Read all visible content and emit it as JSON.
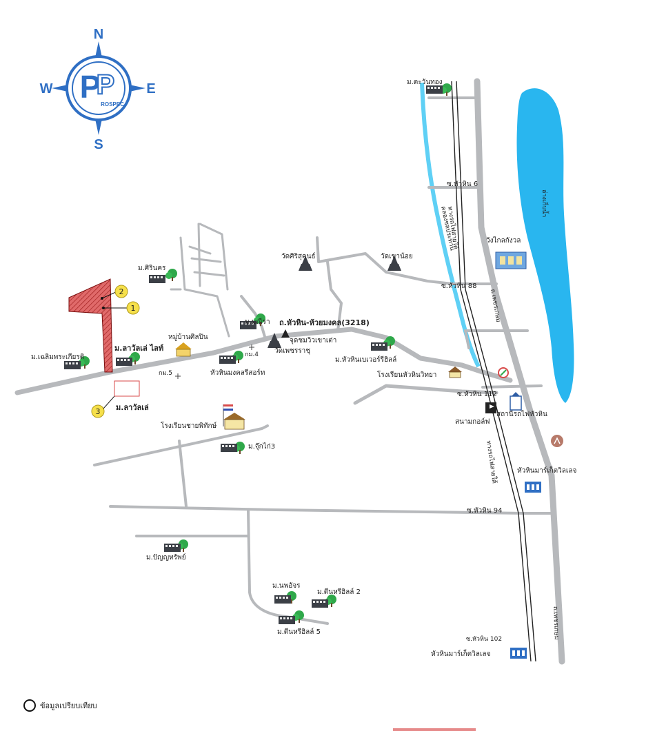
{
  "compass": {
    "north": "N",
    "south": "S",
    "east": "E",
    "west": "W",
    "logo_text": "ROSPEC",
    "logo_letters": "P"
  },
  "roads": {
    "main_road_label": "ถ.หัวหิน-ห้วยมงคล(3218)",
    "highway_label": "ถ.เพชรเกษม",
    "highway_label_lower": "ถ.เพชรเกษม",
    "rail_label_upper": "ทางรถไฟสายใต้",
    "rail_label_lower": "ทางรถไฟสายใต้",
    "canal_label": "คลองชลประทาน"
  },
  "places": {
    "baan_tawan_thong": "ม.ตะวันทอง",
    "soi_hua_hin_6": "ซ.หัวหิน 6",
    "wang_klai_kangwon": "วังไกลกังวล",
    "wat_khao_noi": "วัดเขาน้อย",
    "wat_sisuk": "วัดศิริสุคนธ์",
    "baan_siri_nakorn": "ม.ศิรินคร",
    "soi_hua_hin_88": "ซ.หัวหิน 88",
    "baan_manee": "ม.มณีรา",
    "chedi": "จุดชมวิวเขาเต่า",
    "wat_phetcharat": "วัดเพชรราชุ",
    "km4": "กม.4",
    "baan_hua_hin_bay": "ม.หัวหินเบเวอร์รีฮิลล์",
    "hua_hin_school": "โรงเรียนหัวหินวิทยา",
    "baan_chalerm": "ม.เฉลิมพระเกียรติ",
    "baan_lavalle_light": "ม.ลาวัลเล่ ไลท์",
    "moo_baan_sinpun": "หมู่บ้านศิลปิน",
    "hua_hin_mongkol": "หัวหินมงคลรีสอร์ท",
    "km5": "กม.5",
    "baan_lavalle": "ม.ลาวัลเล่",
    "soi_hua_hin_112": "ซ.หัวหิน 112",
    "golf_course": "สนามกอล์ฟ",
    "hospital": "สถานีรถไฟหัวหิน",
    "market_village": "หัวหินมาร์เก็ตวิลเลจ",
    "school_dept": "โรงเรียนชายพิทักษ์",
    "baan_chuk_kai": "ม.จุ๊กไก่3",
    "soi_hua_hin_94": "ซ.หัวหิน 94",
    "baan_panyatara": "ม.ปัญญทรัพย์",
    "baan_nop_atchara": "ม.นพอัจร",
    "baan_dee_hill_2": "ม.ดีนหรีฮิลล์ 2",
    "baan_dee_hill_5": "ม.ดีนหรีฮิลล์ 5",
    "soi_hua_hin_102": "ซ.หัวหิน 102",
    "market_village_2": "หัวหินมาร์เก็ตวิลเลจ",
    "lake_label": "อ่างเก็บน้ำ"
  },
  "markers": [
    {
      "number": "1"
    },
    {
      "number": "2"
    },
    {
      "number": "3"
    }
  ],
  "legend": {
    "text": "ข้อมูลเปรียบเทียบ"
  },
  "colors": {
    "road": "#b7b9bc",
    "water": "#29b6ef",
    "canal": "#5fd0f5",
    "compass": "#2f6fc4",
    "site": "#d94a4a",
    "marker": "#f6e04b",
    "tree": "#2fa84a"
  }
}
